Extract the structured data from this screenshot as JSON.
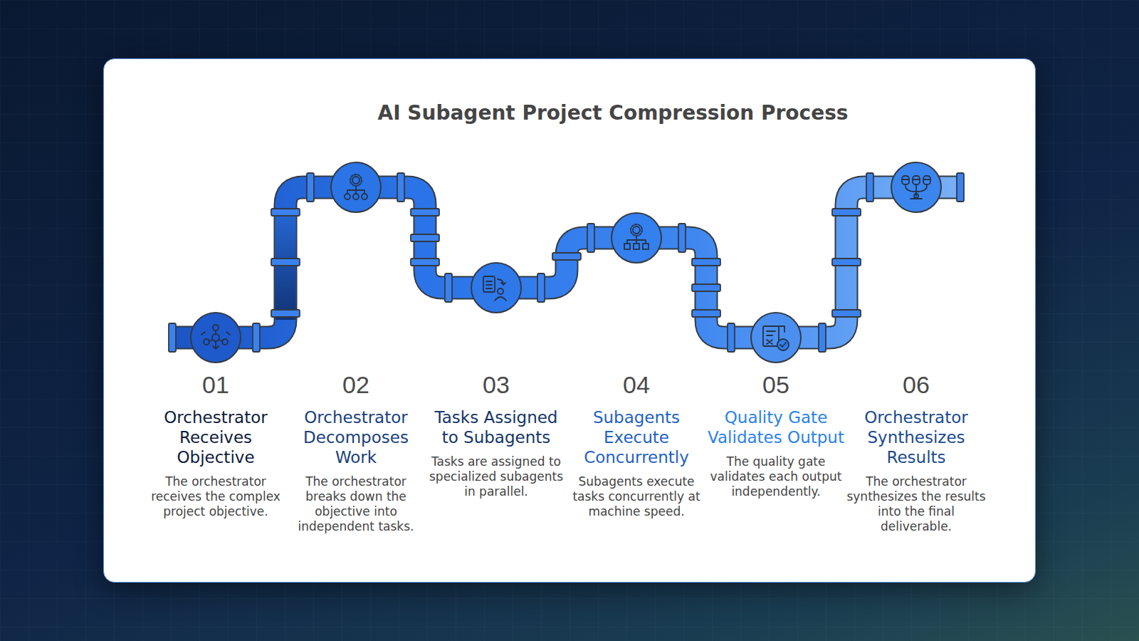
{
  "diagram": {
    "title": "AI Subagent Project Compression Process",
    "nodes": [
      {
        "text": [
          "01",
          "Orchestrator Receives Objective",
          "The orchestrator receives the complex project objective."
        ]
      },
      {
        "text": [
          "02",
          "Orchestrator Decomposes Work",
          "The orchestrator breaks down the objective into independent tasks."
        ]
      },
      {
        "text": [
          "03",
          "Tasks Assigned to Subagents",
          "Tasks are assigned to specialized subagents in parallel."
        ]
      },
      {
        "text": [
          "04",
          "Subagents Execute Concurrently",
          "Subagents execute tasks concurrently at machine speed."
        ]
      },
      {
        "text": [
          "05",
          "Quality Gate Validates Output",
          "The quality gate validates each output independently."
        ]
      },
      {
        "text": [
          "06",
          "Orchestrator Synthesizes Results",
          "The orchestrator synthesizes the results into the final deliverable."
        ]
      }
    ]
  }
}
